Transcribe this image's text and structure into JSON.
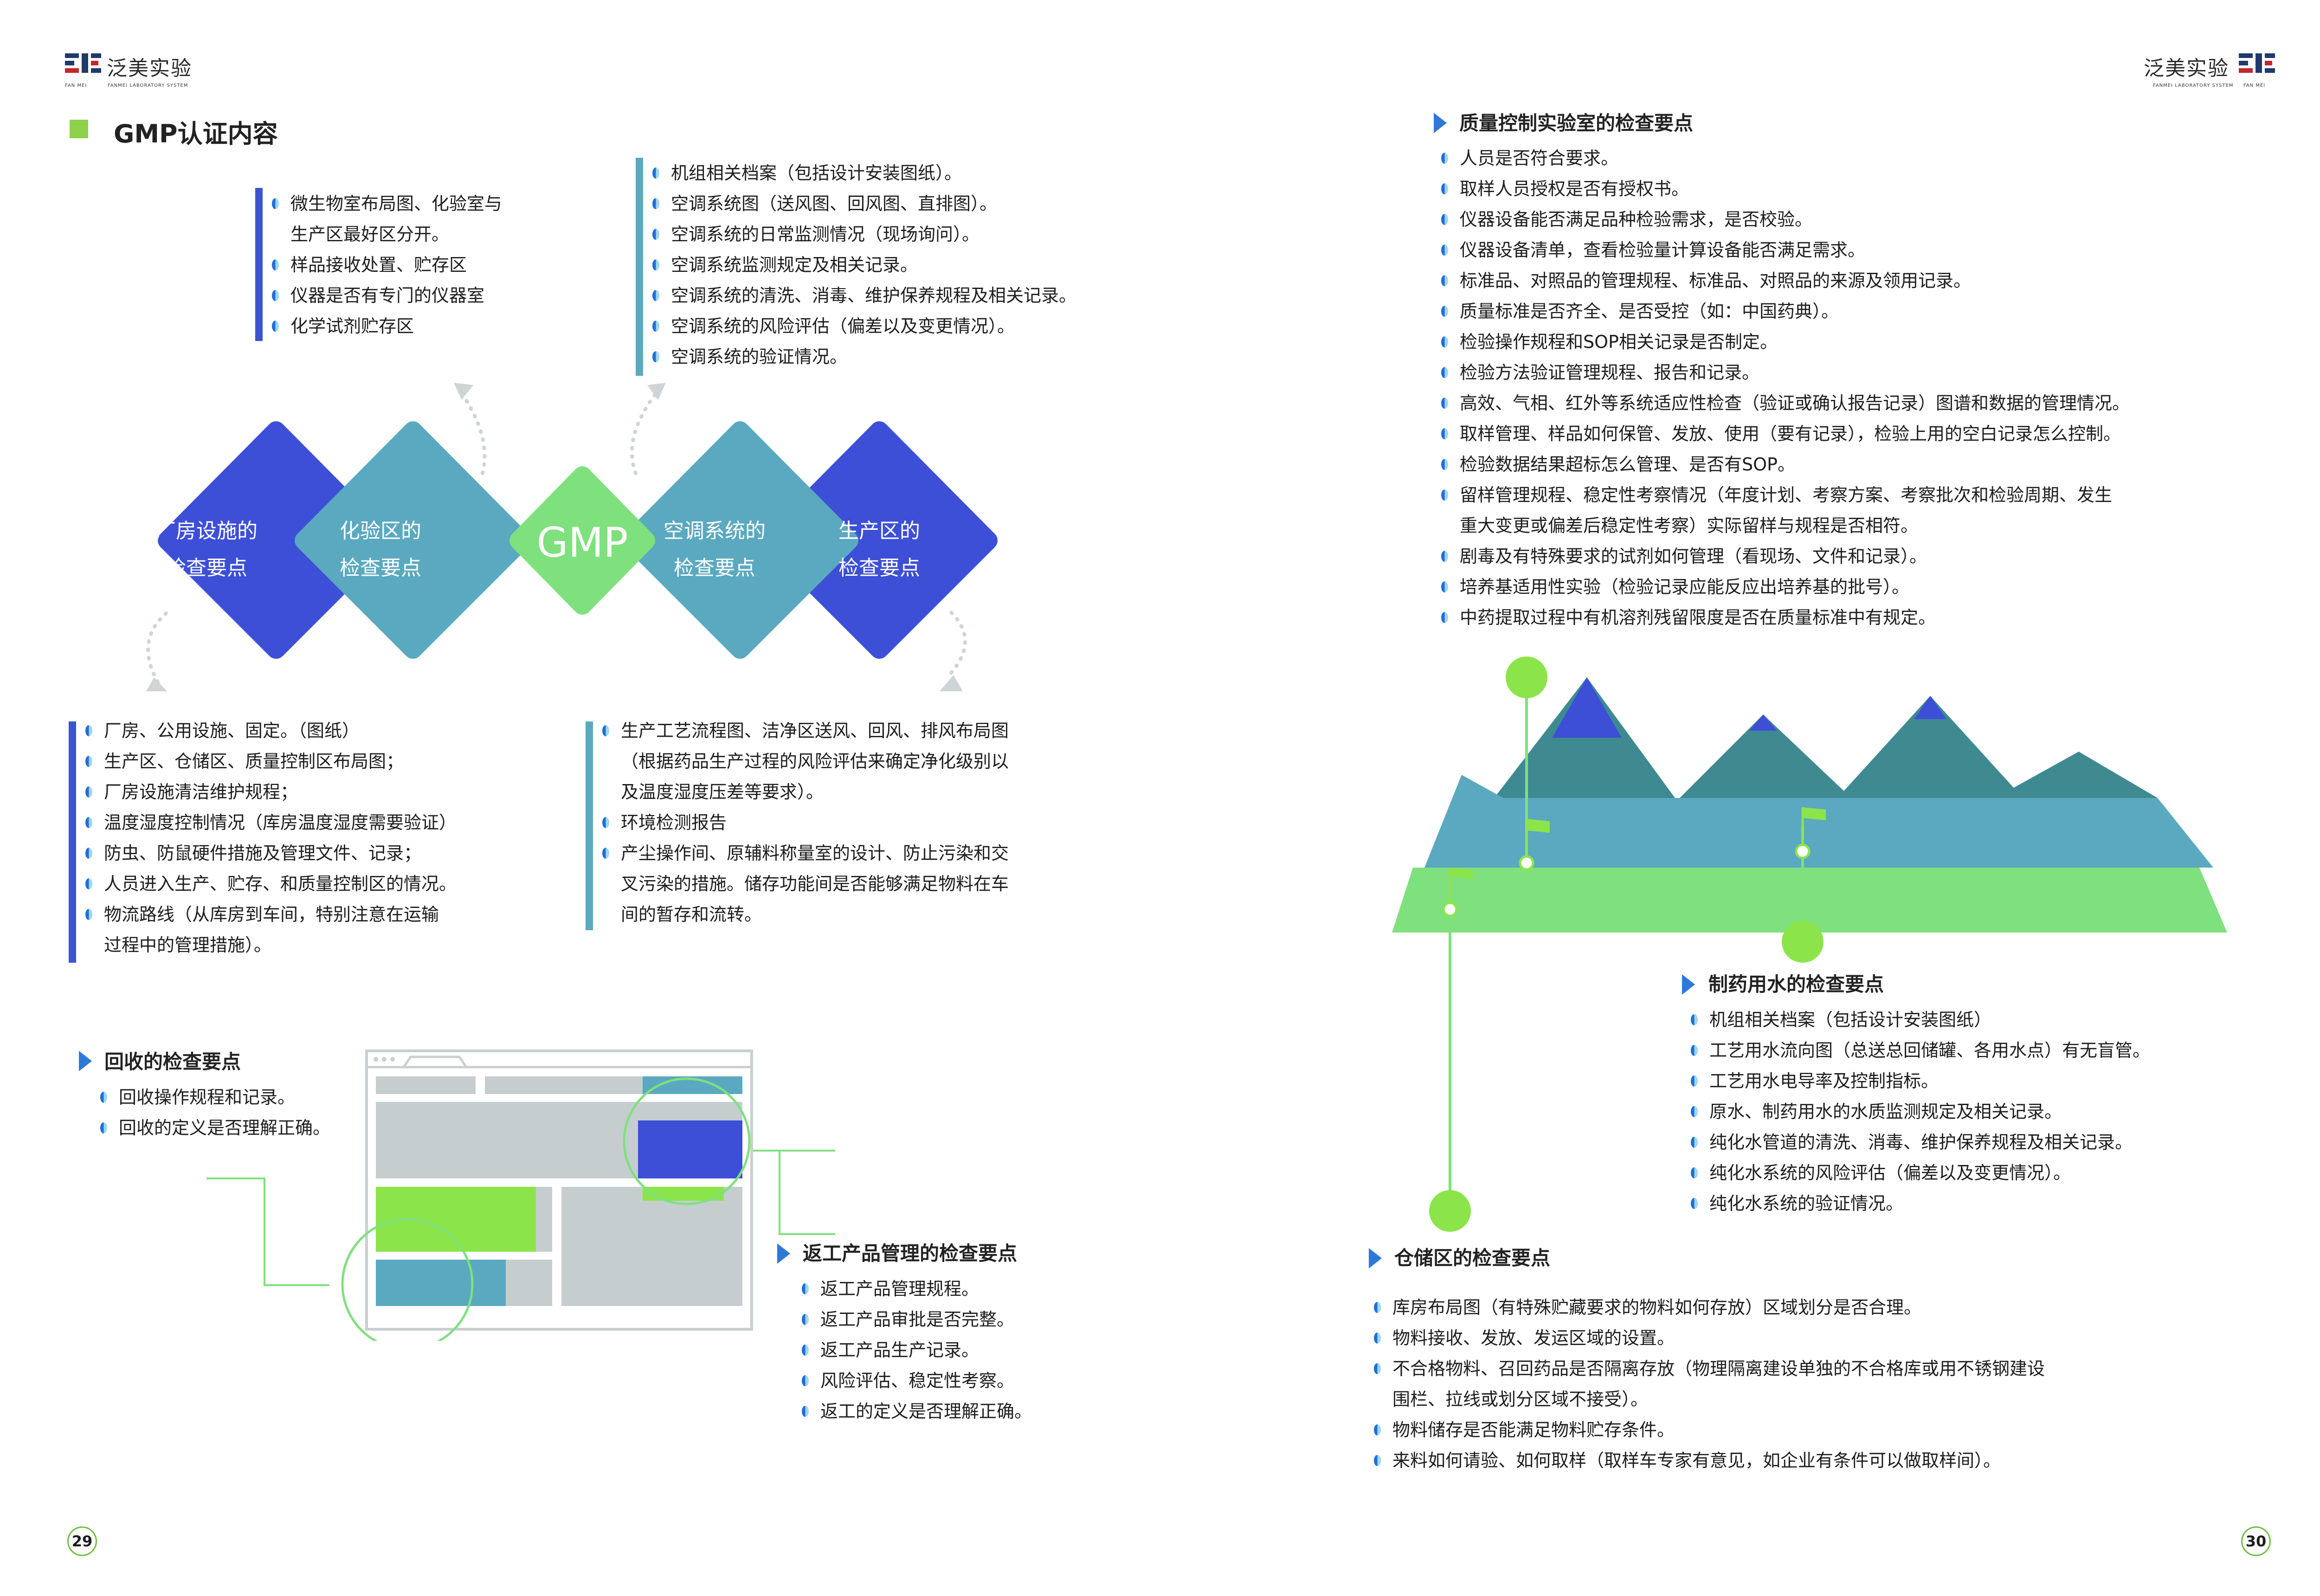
{
  "brand": {
    "name": "泛美实验",
    "sub_left": "FAN MEI",
    "sub_right": "FANMEI LABORATORY SYSTEM"
  },
  "left_page": {
    "title": "GMP认证内容",
    "page_number": "29",
    "top_left_list": [
      "微生物室布局图、化验室与",
      "生产区最好区分开。",
      "样品接收处置、贮存区",
      "仪器是否有专门的仪器室",
      "化学试剂贮存区"
    ],
    "top_right_list": [
      "机组相关档案（包括设计安装图纸）。",
      "空调系统图（送风图、回风图、直排图）。",
      "空调系统的日常监测情况（现场询问）。",
      "空调系统监测规定及相关记录。",
      "空调系统的清洗、消毒、维护保养规程及相关记录。",
      "空调系统的风险评估（偏差以及变更情况）。",
      "空调系统的验证情况。"
    ],
    "diamonds": {
      "d1": [
        "厂房设施的",
        "检查要点"
      ],
      "d2": [
        "化验区的",
        "检查要点"
      ],
      "center": "GMP",
      "d4": [
        "空调系统的",
        "检查要点"
      ],
      "d5": [
        "生产区的",
        "检查要点"
      ]
    },
    "bottom_left_list": [
      "厂房、公用设施、固定。（图纸）",
      "生产区、仓储区、质量控制区布局图；",
      "厂房设施清洁维护规程；",
      "温度湿度控制情况（库房温度湿度需要验证）",
      "防虫、防鼠硬件措施及管理文件、记录；",
      "人员进入生产、贮存、和质量控制区的情况。",
      "物流路线（从库房到车间，特别注意在运输",
      "过程中的管理措施）。"
    ],
    "bottom_right_list": [
      "生产工艺流程图、洁净区送风、回风、排风布局图",
      "（根据药品生产过程的风险评估来确定净化级别以",
      "及温度湿度压差等要求）。",
      "环境检测报告",
      "产尘操作间、原辅料称量室的设计、防止污染和交",
      "叉污染的措施。储存功能间是否能够满足物料在车",
      "间的暂存和流转。"
    ],
    "recycle": {
      "heading": "回收的检查要点",
      "items": [
        "回收操作规程和记录。",
        "回收的定义是否理解正确。"
      ]
    },
    "rework": {
      "heading": "返工产品管理的检查要点",
      "items": [
        "返工产品管理规程。",
        "返工产品审批是否完整。",
        "返工产品生产记录。",
        "风险评估、稳定性考察。",
        "返工的定义是否理解正确。"
      ]
    }
  },
  "right_page": {
    "page_number": "30",
    "qc": {
      "heading": "质量控制实验室的检查要点",
      "items": [
        "人员是否符合要求。",
        "取样人员授权是否有授权书。",
        "仪器设备能否满足品种检验需求，是否校验。",
        "仪器设备清单，查看检验量计算设备能否满足需求。",
        "标准品、对照品的管理规程、标准品、对照品的来源及领用记录。",
        "质量标准是否齐全、是否受控（如：中国药典）。",
        "检验操作规程和SOP相关记录是否制定。",
        "检验方法验证管理规程、报告和记录。",
        "高效、气相、红外等系统适应性检查（验证或确认报告记录）图谱和数据的管理情况。",
        "取样管理、样品如何保管、发放、使用（要有记录），检验上用的空白记录怎么控制。",
        "检验数据结果超标怎么管理、是否有SOP。",
        "留样管理规程、稳定性考察情况（年度计划、考察方案、考察批次和检验周期、发生",
        "重大变更或偏差后稳定性考察）实际留样与规程是否相符。",
        "剧毒及有特殊要求的试剂如何管理（看现场、文件和记录）。",
        "培养基适用性实验（检验记录应能反应出培养基的批号）。",
        "中药提取过程中有机溶剂残留限度是否在质量标准中有规定。"
      ]
    },
    "water": {
      "heading": "制药用水的检查要点",
      "items": [
        "机组相关档案（包括设计安装图纸）",
        "工艺用水流向图（总送总回储罐、各用水点）有无盲管。",
        "工艺用水电导率及控制指标。",
        "原水、制药用水的水质监测规定及相关记录。",
        "纯化水管道的清洗、消毒、维护保养规程及相关记录。",
        "纯化水系统的风险评估（偏差以及变更情况）。",
        "纯化水系统的验证情况。"
      ]
    },
    "storage": {
      "heading": "仓储区的检查要点",
      "items": [
        "库房布局图（有特殊贮藏要求的物料如何存放）区域划分是否合理。",
        "物料接收、发放、发运区域的设置。",
        "不合格物料、召回药品是否隔离存放（物理隔离建设单独的不合格库或用不锈钢建设",
        "围栏、拉线或划分区域不接受）。",
        "物料储存是否能满足物料贮存条件。",
        "来料如何请验、如何取样（取样车专家有意见，如企业有条件可以做取样间）。"
      ]
    }
  },
  "colors": {
    "indigo": "#3d4fd6",
    "teal": "#5aa9c0",
    "green": "#7fe07e",
    "lime": "#8be54a",
    "dark_teal": "#3f8a91",
    "grey": "#c6cdcf",
    "bar_blue": "#3c54cf",
    "bar_teal": "#5aa9c0"
  }
}
